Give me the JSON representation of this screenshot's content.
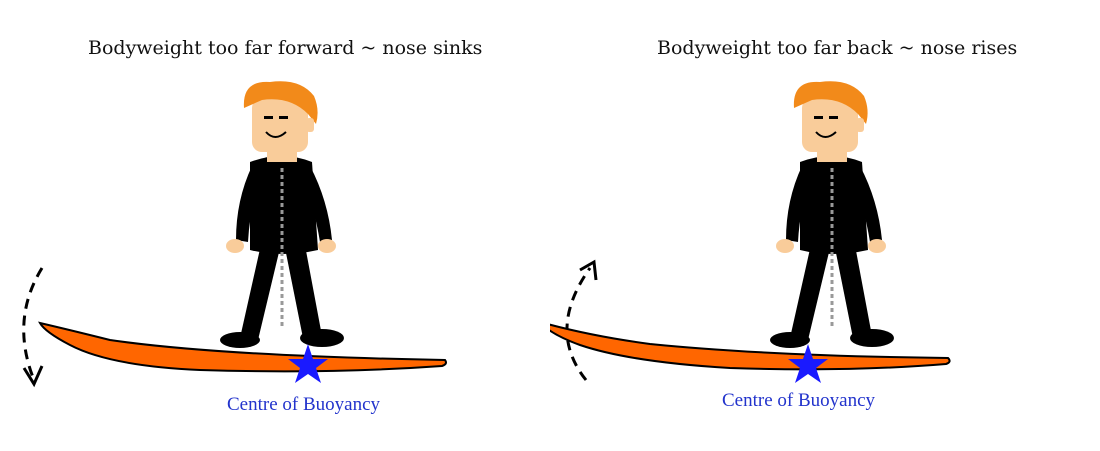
{
  "colors": {
    "board": "#ff6600",
    "star": "#1a1aff",
    "label": "#2233cc",
    "hair": "#f28a1a",
    "skin": "#f9cc9a",
    "clothing": "#000000"
  },
  "panels": [
    {
      "title": "Bodyweight too far forward ~ nose sinks",
      "label": "Centre of Buoyancy",
      "rotation": "nose-sinks",
      "icons": [
        "figure-icon",
        "surfboard-icon",
        "star-icon",
        "rotation-arrow-down-icon"
      ]
    },
    {
      "title": "Bodyweight too far back ~ nose rises",
      "label": "Centre of Buoyancy",
      "rotation": "nose-rises",
      "icons": [
        "figure-icon",
        "surfboard-icon",
        "star-icon",
        "rotation-arrow-up-icon"
      ]
    }
  ]
}
